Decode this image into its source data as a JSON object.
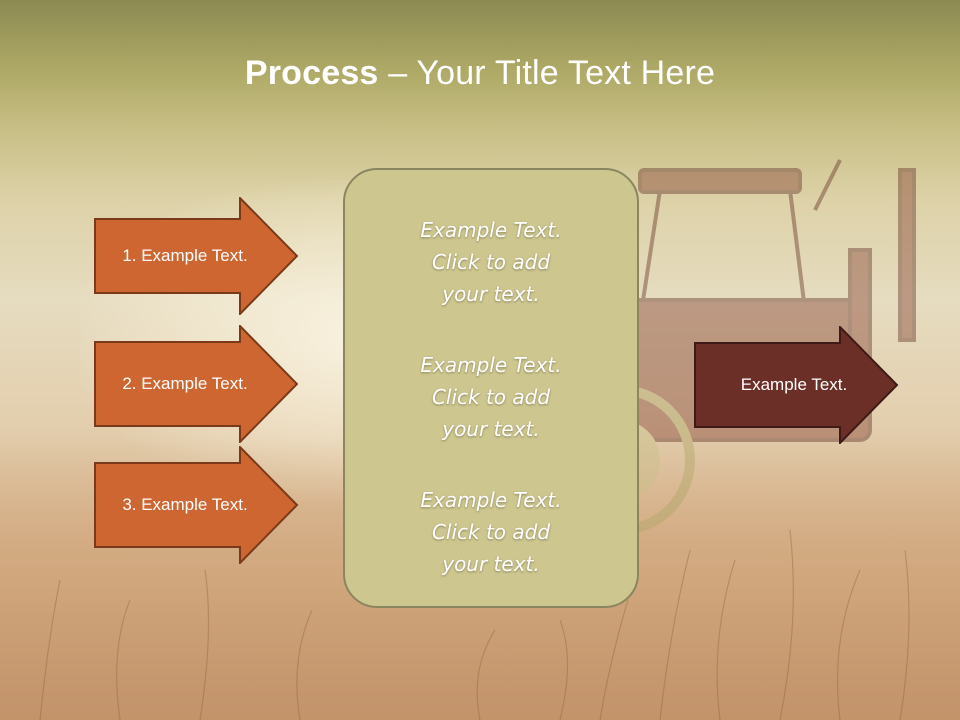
{
  "title": {
    "bold": "Process",
    "rest": " – Your Title Text Here"
  },
  "steps": [
    {
      "label": "1. Example Text."
    },
    {
      "label": "2. Example Text."
    },
    {
      "label": "3. Example Text."
    }
  ],
  "panel": {
    "items": [
      "Example Text.\nClick  to add\nyour text.",
      "Example Text.\nClick  to add\nyour text.",
      "Example Text.\nClick  to add\nyour text."
    ]
  },
  "result": {
    "label": "Example Text."
  },
  "colors": {
    "step_fill": "#cd6630",
    "step_border": "#7a3a1a",
    "result_fill": "#6b2f28",
    "result_border": "#3e1a16",
    "panel_fill": "#cdc68f",
    "panel_border": "#8a8660"
  },
  "background": {
    "image": "tractor-in-wheat-field"
  }
}
